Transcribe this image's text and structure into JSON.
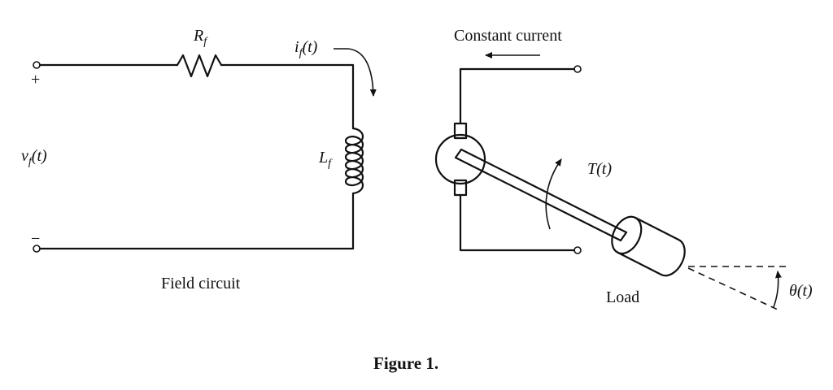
{
  "labels": {
    "resistor": "R",
    "resistor_sub": "f",
    "current_i": "i",
    "current_i_sub": "f",
    "current_i_arg": "(t)",
    "inductor": "L",
    "inductor_sub": "f",
    "voltage": "v",
    "voltage_sub": "f",
    "voltage_arg": "(t)",
    "plus": "+",
    "minus": "−",
    "field_circuit": "Field circuit",
    "constant_current": "Constant current",
    "torque": "T(t)",
    "load": "Load",
    "angle": "θ(t)"
  },
  "caption": "Figure 1."
}
